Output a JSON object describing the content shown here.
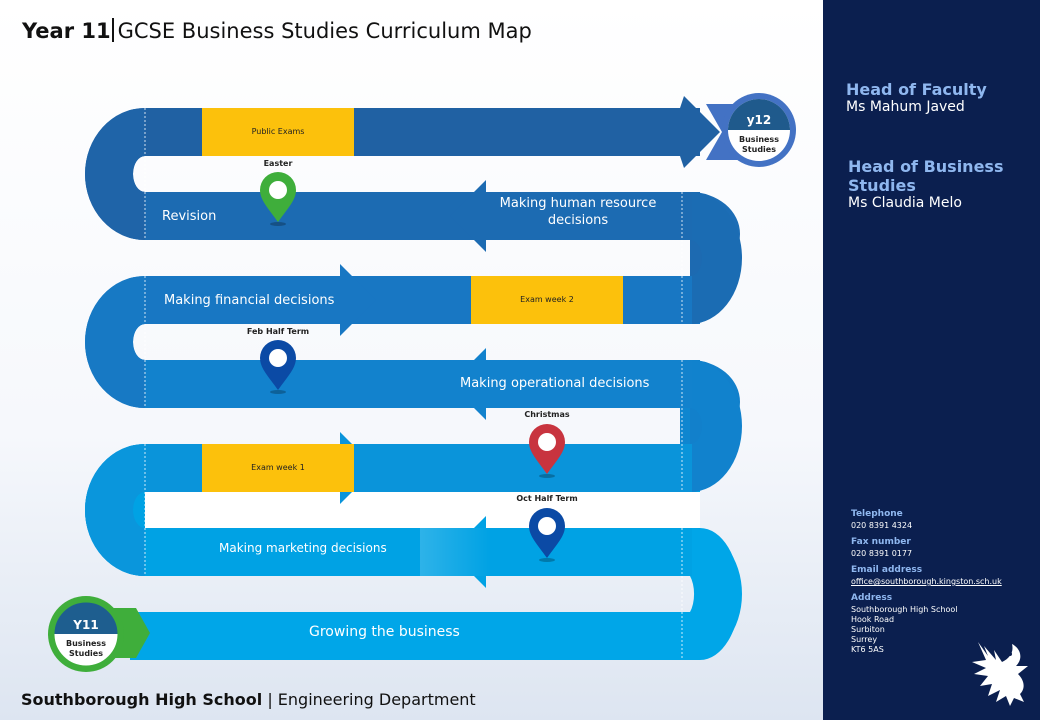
{
  "title": {
    "year": "Year 11",
    "subtitle": "GCSE Business Studies Curriculum Map"
  },
  "road": {
    "segments": [
      "Growing the business",
      "Making marketing decisions",
      "Making operational decisions",
      "Making financial decisions",
      "Making human resource decisions",
      "Revision"
    ],
    "exam_blocks": {
      "exam_week_1": "Exam week 1",
      "exam_week_2": "Exam week 2",
      "public_exams": "Public Exams"
    },
    "milestones": {
      "oct_half_term": "Oct Half Term",
      "christmas": "Christmas",
      "feb_half_term": "Feb Half Term",
      "easter": "Easter"
    },
    "start_badge": {
      "code": "Y11",
      "line1": "Business",
      "line2": "Studies"
    },
    "end_badge": {
      "code": "y12",
      "line1": "Business",
      "line2": "Studies"
    }
  },
  "footer": {
    "school": "Southborough High School",
    "department": "Engineering Department"
  },
  "side_panel": {
    "head_of_faculty": {
      "heading": "Head of Faculty",
      "name": "Ms Mahum Javed"
    },
    "head_of_business": {
      "heading_line1": "Head of Business",
      "heading_line2": "Studies",
      "name": "Ms Claudia Melo"
    },
    "contact": {
      "telephone_label": "Telephone",
      "telephone": "020 8391 4324",
      "fax_label": "Fax number",
      "fax": "020 8391 0177",
      "email_label": "Email address",
      "email": "office@southborough.kingston.sch.uk",
      "address_label": "Address",
      "address": [
        "Southborough High School",
        "Hook Road",
        "Surbiton",
        "Surrey",
        "KT6 5AS"
      ]
    }
  },
  "colors": {
    "row1": "#00a6e8",
    "row2": "#0f8fd8",
    "row3": "#1674c4",
    "row4": "#1d66ad",
    "exam_block": "#fcc10c",
    "pin_green": "#3fae3b",
    "pin_blue": "#0b4aa5",
    "pin_red": "#c8343f",
    "panel": "#0b1f4f",
    "panel_heading": "#8fb7ef"
  }
}
